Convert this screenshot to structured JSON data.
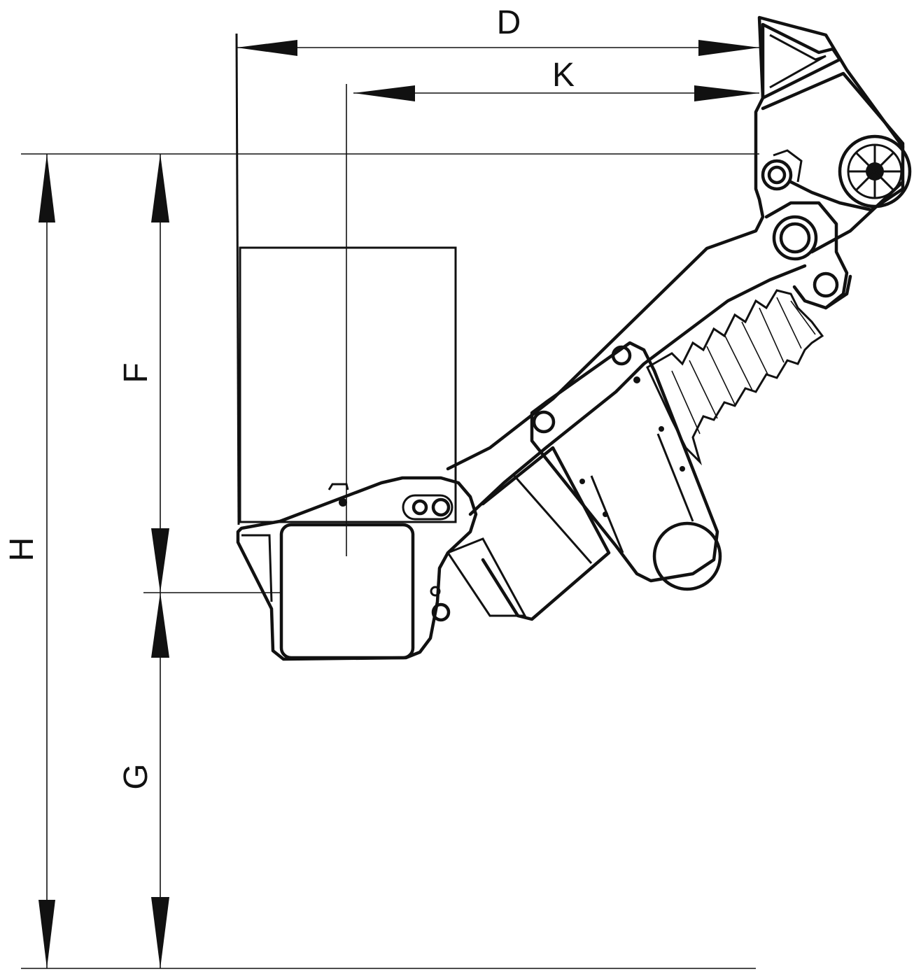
{
  "dimensions": {
    "D": "D",
    "K": "K",
    "F": "F",
    "H": "H",
    "G": "G"
  },
  "colors": {
    "line": "#111111",
    "background": "#ffffff"
  }
}
